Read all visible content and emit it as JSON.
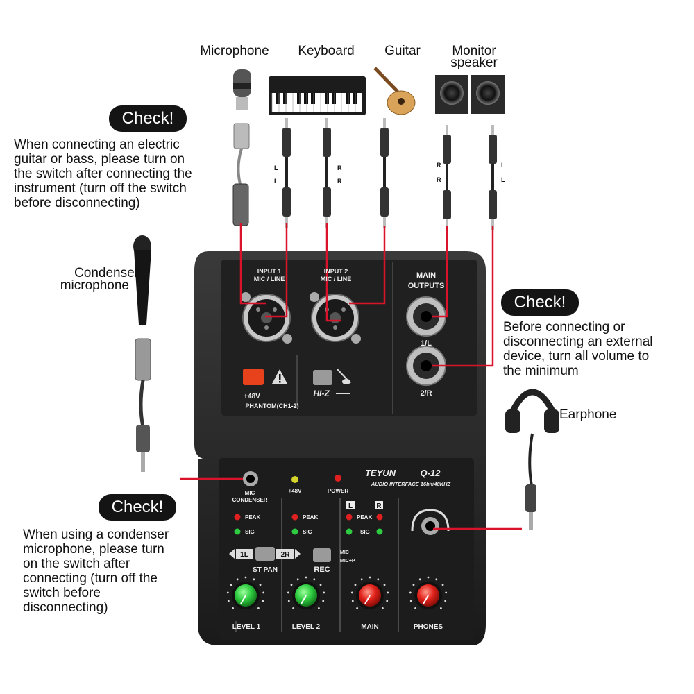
{
  "devices": {
    "microphone": "Microphone",
    "keyboard": "Keyboard",
    "guitar": "Guitar",
    "monitor_speaker_line1": "Monitor",
    "monitor_speaker_line2": "speaker",
    "condenser_line1": "Condenser",
    "condenser_line2": "microphone",
    "earphone": "Earphone"
  },
  "checks": {
    "label": "Check!",
    "note1": "When connecting an electric\nguitar or bass, please turn on\nthe switch after connecting the\ninstrument (turn off the switch\nbefore disconnecting)",
    "note2": "Before connecting or\ndisconnecting an external\ndevice, turn all volume to\nthe minimum",
    "note3": "When using a condenser\nmicrophone, please turn\non the switch after\nconnecting (turn off the\nswitch before\ndisconnecting)"
  },
  "plug_channels": {
    "mic": [
      "L",
      "L"
    ],
    "keyboard": [
      "R",
      "R"
    ],
    "monitor_left": [
      "R",
      "R"
    ],
    "monitor_right": [
      "L",
      "L"
    ]
  },
  "panel": {
    "input1": "INPUT 1",
    "input2": "INPUT 2",
    "mic_line": "MIC / LINE",
    "main_outputs_1": "MAIN",
    "main_outputs_2": "OUTPUTS",
    "out_left": "1/L",
    "out_right": "2/R",
    "phantom_48v": "+48V",
    "phantom_label": "PHANTOM(CH1-2)",
    "hiz": "HI-Z",
    "brand": "TEYUN",
    "model": "Q-12",
    "subtitle": "AUDIO INTERFACE 16bit/48KHZ",
    "mic_condenser_1": "MIC",
    "mic_condenser_2": "CONDENSER",
    "led_48v": "+48V",
    "led_power": "POWER",
    "peak": "PEAK",
    "sig": "SIG",
    "lr_l": "L",
    "lr_r": "R",
    "st_pan_1l": "1L",
    "st_pan_2r": "2R",
    "st_pan": "ST PAN",
    "rec": "REC",
    "rec_mic": "MIC",
    "rec_micp": "MIC+P",
    "knob_level1": "LEVEL 1",
    "knob_level2": "LEVEL 2",
    "knob_main": "MAIN",
    "knob_phones": "PHONES"
  },
  "colors": {
    "cable": "#d9142a",
    "panel": "#202020",
    "knob_green": "#2ecc40",
    "knob_red": "#e0201a",
    "phantom_button": "#e8421c"
  }
}
